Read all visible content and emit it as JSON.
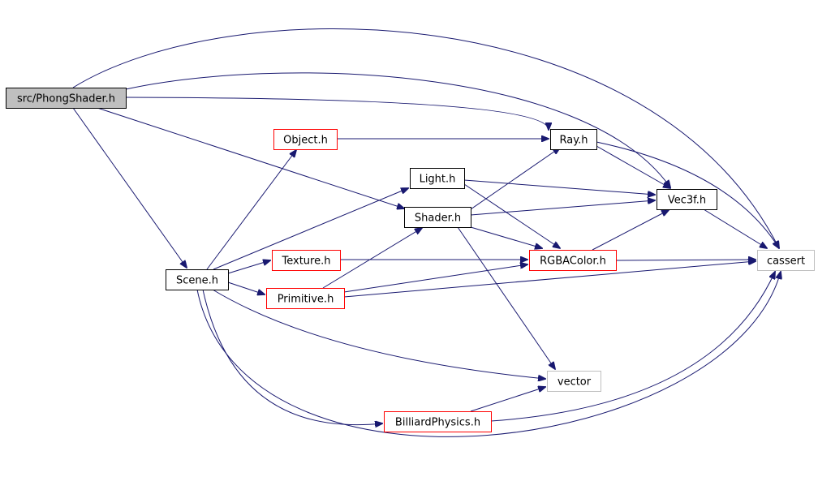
{
  "nodes": [
    {
      "id": "phong",
      "label": "src/PhongShader.h",
      "kind": "root"
    },
    {
      "id": "object",
      "label": "Object.h",
      "kind": "partial"
    },
    {
      "id": "ray",
      "label": "Ray.h",
      "kind": "full"
    },
    {
      "id": "light",
      "label": "Light.h",
      "kind": "full"
    },
    {
      "id": "vec3f",
      "label": "Vec3f.h",
      "kind": "full"
    },
    {
      "id": "shader",
      "label": "Shader.h",
      "kind": "full"
    },
    {
      "id": "texture",
      "label": "Texture.h",
      "kind": "partial"
    },
    {
      "id": "rgba",
      "label": "RGBAColor.h",
      "kind": "partial"
    },
    {
      "id": "cassert",
      "label": "cassert",
      "kind": "system"
    },
    {
      "id": "scene",
      "label": "Scene.h",
      "kind": "full"
    },
    {
      "id": "primitive",
      "label": "Primitive.h",
      "kind": "partial"
    },
    {
      "id": "vector",
      "label": "vector",
      "kind": "system"
    },
    {
      "id": "billiard",
      "label": "BilliardPhysics.h",
      "kind": "partial"
    }
  ],
  "edges": [
    [
      "phong",
      "cassert"
    ],
    [
      "phong",
      "vec3f"
    ],
    [
      "phong",
      "ray"
    ],
    [
      "phong",
      "shader"
    ],
    [
      "phong",
      "scene"
    ],
    [
      "object",
      "ray"
    ],
    [
      "ray",
      "vec3f"
    ],
    [
      "ray",
      "cassert"
    ],
    [
      "light",
      "vec3f"
    ],
    [
      "light",
      "rgba"
    ],
    [
      "shader",
      "ray"
    ],
    [
      "shader",
      "vec3f"
    ],
    [
      "shader",
      "rgba"
    ],
    [
      "shader",
      "vector"
    ],
    [
      "vec3f",
      "cassert"
    ],
    [
      "rgba",
      "vec3f"
    ],
    [
      "rgba",
      "cassert"
    ],
    [
      "texture",
      "rgba"
    ],
    [
      "primitive",
      "shader"
    ],
    [
      "primitive",
      "rgba"
    ],
    [
      "primitive",
      "cassert"
    ],
    [
      "scene",
      "object"
    ],
    [
      "scene",
      "light"
    ],
    [
      "scene",
      "texture"
    ],
    [
      "scene",
      "primitive"
    ],
    [
      "scene",
      "vector"
    ],
    [
      "scene",
      "billiard"
    ],
    [
      "scene",
      "cassert"
    ],
    [
      "billiard",
      "vector"
    ],
    [
      "billiard",
      "cassert"
    ]
  ],
  "colors": {
    "edge": "#191970",
    "root_fill": "#bfbfbf",
    "root_border": "#000000",
    "full_border": "#000000",
    "partial_border": "#ff0000",
    "system_border": "#bfbfbf"
  }
}
